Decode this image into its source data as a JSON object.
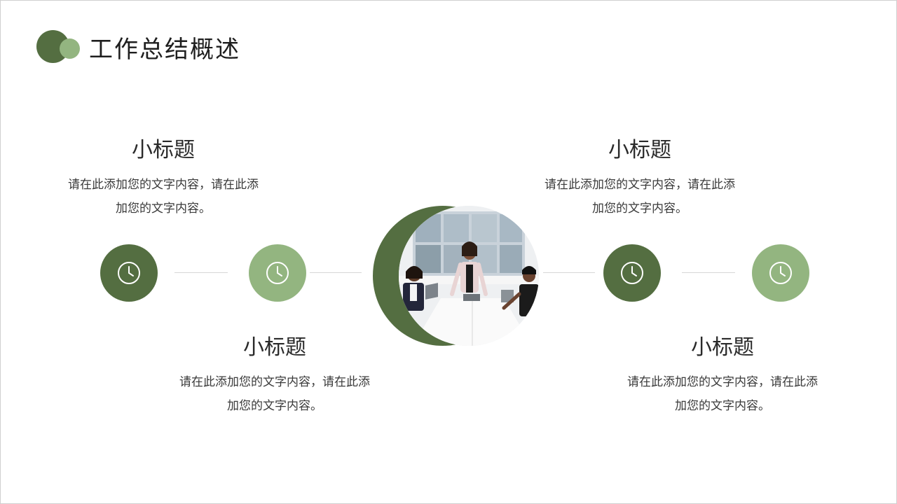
{
  "slide": {
    "title": "工作总结概述",
    "blocks": [
      {
        "heading": "小标题",
        "line1": "请在此添加您的文字内容，请在此添",
        "line2": "加您的文字内容。"
      },
      {
        "heading": "小标题",
        "line1": "请在此添加您的文字内容，请在此添",
        "line2": "加您的文字内容。"
      },
      {
        "heading": "小标题",
        "line1": "请在此添加您的文字内容，请在此添",
        "line2": "加您的文字内容。"
      },
      {
        "heading": "小标题",
        "line1": "请在此添加您的文字内容，请在此添",
        "line2": "加您的文字内容。"
      }
    ],
    "nodes": [
      {
        "icon": "clock-icon",
        "tone": "dark"
      },
      {
        "icon": "clock-icon",
        "tone": "light"
      },
      {
        "icon": "clock-icon",
        "tone": "dark"
      },
      {
        "icon": "clock-icon",
        "tone": "light"
      }
    ],
    "colors": {
      "primary": "#546e41",
      "secondary": "#93b580",
      "connector": "#d6d6d6",
      "background": "#ffffff"
    }
  }
}
